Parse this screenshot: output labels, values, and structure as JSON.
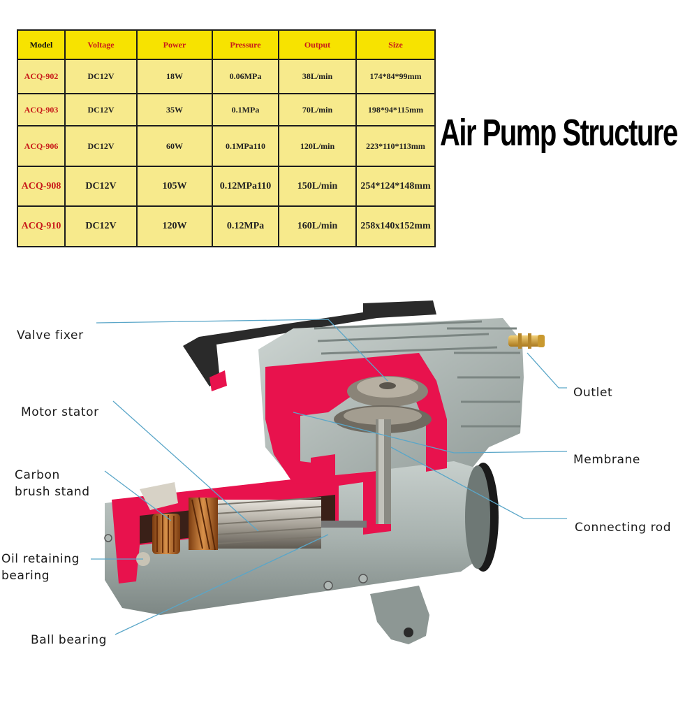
{
  "title": "Air Pump Structure",
  "table": {
    "headers": [
      "Model",
      "Voltage",
      "Power",
      "Pressure",
      "Output",
      "Size"
    ],
    "rows": [
      [
        "ACQ-902",
        "DC12V",
        "18W",
        "0.06MPa",
        "38L/min",
        "174*84*99mm"
      ],
      [
        "ACQ-903",
        "DC12V",
        "35W",
        "0.1MPa",
        "70L/min",
        "198*94*115mm"
      ],
      [
        "ACQ-906",
        "DC12V",
        "60W",
        "0.1MPa110",
        "120L/min",
        "223*110*113mm"
      ],
      [
        "ACQ-908",
        "DC12V",
        "105W",
        "0.12MPa110",
        "150L/min",
        "254*124*148mm"
      ],
      [
        "ACQ-910",
        "DC12V",
        "120W",
        "0.12MPa",
        "160L/min",
        "258x140x152mm"
      ]
    ]
  },
  "labels": {
    "valve_fixer": "Valve fixer",
    "motor_stator": "Motor stator",
    "carbon_brush_1": "Carbon",
    "carbon_brush_2": "brush stand",
    "oil_bearing_1": "Oil retaining",
    "oil_bearing_2": "bearing",
    "ball_bearing": "Ball bearing",
    "outlet": "Outlet",
    "membrane": "Membrane",
    "connecting_rod": "Connecting rod"
  },
  "colors": {
    "section_red": "#e8124d",
    "body_grey": "#a9b3b0",
    "handle": "#2a2a2a",
    "leader_line": "#5aa6c8",
    "table_bg": "#f7ea8c",
    "table_header": "#f7e300",
    "model_text": "#c81a1a"
  }
}
